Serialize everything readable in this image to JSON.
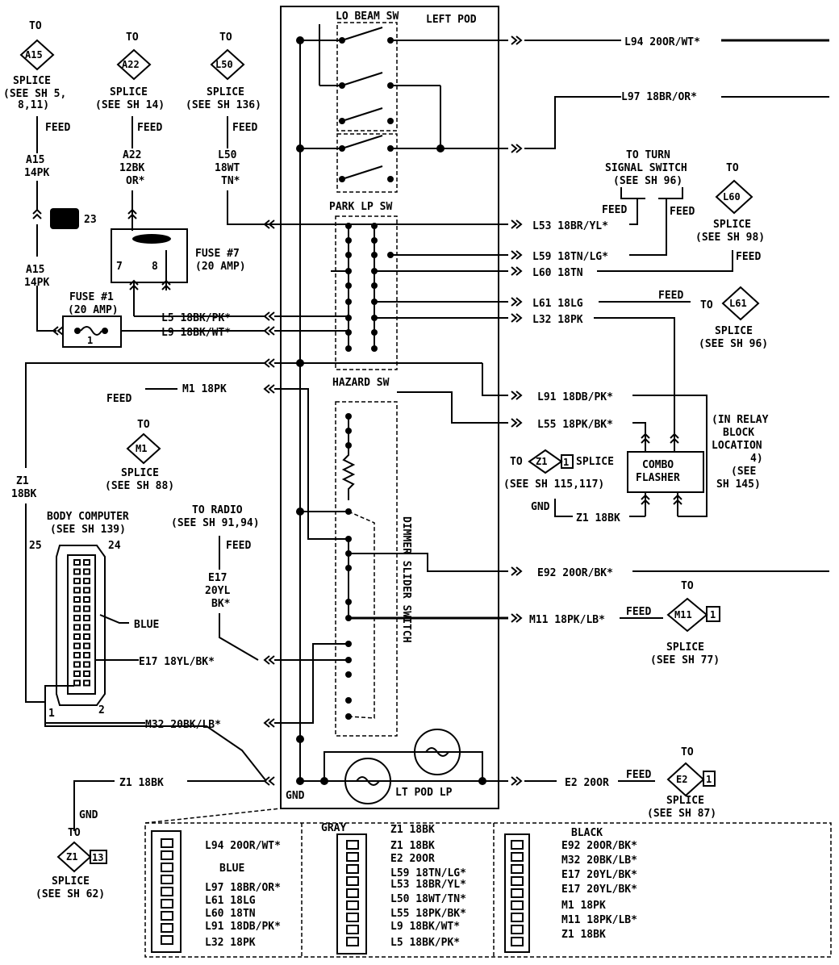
{
  "left_pod": {
    "title": "LEFT POD",
    "lo_beam_sw": "LO BEAM SW",
    "park_lp_sw": "PARK LP SW",
    "hazard_sw": "HAZARD SW",
    "dimmer_slider_switch": "DIMMER SLIDER SWITCH",
    "lt_pod_lp": "LT POD LP",
    "gnd": "GND"
  },
  "splices_top": [
    {
      "to": "TO",
      "id": "A15",
      "splice": "SPLICE",
      "see": [
        "(SEE SH 5,",
        "8,11)"
      ],
      "feed": "FEED",
      "wire": [
        "A15",
        "14PK"
      ]
    },
    {
      "to": "TO",
      "id": "A22",
      "splice": "SPLICE",
      "see": [
        "(SEE SH 14)"
      ],
      "feed": "FEED",
      "wire": [
        "A22",
        "12BK",
        "OR*"
      ]
    },
    {
      "to": "TO",
      "id": "L50",
      "splice": "SPLICE",
      "see": [
        "(SEE SH 136)"
      ],
      "feed": "FEED",
      "wire": [
        "L50",
        "18WT",
        "TN*"
      ]
    }
  ],
  "connector_ref": "23",
  "lower_a15": [
    "A15",
    "14PK"
  ],
  "fuse7": {
    "label": "FUSE #7",
    "amp": "(20 AMP)",
    "pin_a": "7",
    "pin_b": "8"
  },
  "fuse1": {
    "label": "FUSE #1",
    "amp": "(20 AMP)",
    "pin": "1"
  },
  "right_wires": [
    "L94 20OR/WT*",
    "L97 18BR/OR*",
    "L53 18BR/YL*",
    "L59 18TN/LG*",
    "L60 18TN",
    "L61 18LG",
    "L32 18PK",
    "L91 18DB/PK*",
    "L55 18PK/BK*",
    "E92 20OR/BK*",
    "M11 18PK/LB*",
    "E2 20OR"
  ],
  "left_wires": [
    "L5 18BK/PK*",
    "L9 18BK/WT*",
    "M1 18PK",
    "E17 18YL/BK*",
    "M32 20BK/LB*",
    "Z1 18BK"
  ],
  "turn_signal": {
    "lines": [
      "TO TURN",
      "SIGNAL SWITCH",
      "(SEE SH 96)"
    ],
    "feed_a": "FEED",
    "feed_b": "FEED"
  },
  "splice_l60": {
    "to": "TO",
    "id": "L60",
    "splice": "SPLICE",
    "see": "(SEE SH 98)",
    "feed": "FEED"
  },
  "splice_l61": {
    "feed": "FEED",
    "to": "TO",
    "id": "L61",
    "splice": "SPLICE",
    "see": "(SEE SH 96)"
  },
  "m1_splice": {
    "feed": "FEED",
    "to": "TO",
    "id": "M1",
    "splice": "SPLICE",
    "see": "(SEE SH 88)"
  },
  "z1_left": {
    "wire_lines": [
      "Z1",
      "18BK"
    ]
  },
  "combo_flasher": {
    "title": [
      "COMBO",
      "FLASHER"
    ],
    "relay": [
      "(IN RELAY",
      "BLOCK",
      "LOCATION",
      "4)",
      "(SEE",
      "SH 145)"
    ],
    "to": "TO",
    "splice_id": "Z1",
    "splice_pin": "1",
    "splice": "SPLICE",
    "see": "(SEE SH 115,117)",
    "gnd": "GND",
    "z1": "Z1 18BK"
  },
  "body_computer": {
    "title": "BODY COMPUTER",
    "see": "(SEE SH 139)",
    "pin25": "25",
    "pin24": "24",
    "pin1": "1",
    "pin2": "2",
    "blue": "BLUE"
  },
  "to_radio": {
    "lines": [
      "TO RADIO",
      "(SEE SH 91,94)"
    ],
    "feed": "FEED",
    "wire": [
      "E17",
      "20YL",
      "BK*"
    ]
  },
  "m11_splice": {
    "feed": "FEED",
    "to": "TO",
    "id": "M11",
    "pin": "1",
    "splice": "SPLICE",
    "see": "(SEE SH 77)"
  },
  "e2_splice": {
    "feed": "FEED",
    "to": "TO",
    "id": "E2",
    "pin": "1",
    "splice": "SPLICE",
    "see": "(SEE SH 87)"
  },
  "z1_bottom": {
    "wire": "Z1 18BK",
    "gnd": "GND",
    "to": "TO",
    "id": "Z1",
    "pin": "13",
    "splice": "SPLICE",
    "see": "(SEE SH 62)"
  },
  "connectors": {
    "c1": {
      "color": "BLUE",
      "labels": [
        "L94 20OR/WT*",
        "L97 18BR/OR*",
        "L61 18LG",
        "L60 18TN",
        "L91 18DB/PK*",
        "L32 18PK"
      ]
    },
    "c2": {
      "color": "GRAY",
      "labels": [
        "Z1 18BK",
        "Z1 18BK",
        "E2 20OR",
        "L59 18TN/LG*",
        "L53 18BR/YL*",
        "L50 18WT/TN*",
        "L55 18PK/BK*",
        "L9 18BK/WT*",
        "L5 18BK/PK*"
      ]
    },
    "c3": {
      "color": "BLACK",
      "labels": [
        "E92 20OR/BK*",
        "M32 20BK/LB*",
        "E17 20YL/BK*",
        "E17 20YL/BK*",
        "M1 18PK",
        "M11 18PK/LB*",
        "Z1 18BK"
      ]
    }
  }
}
